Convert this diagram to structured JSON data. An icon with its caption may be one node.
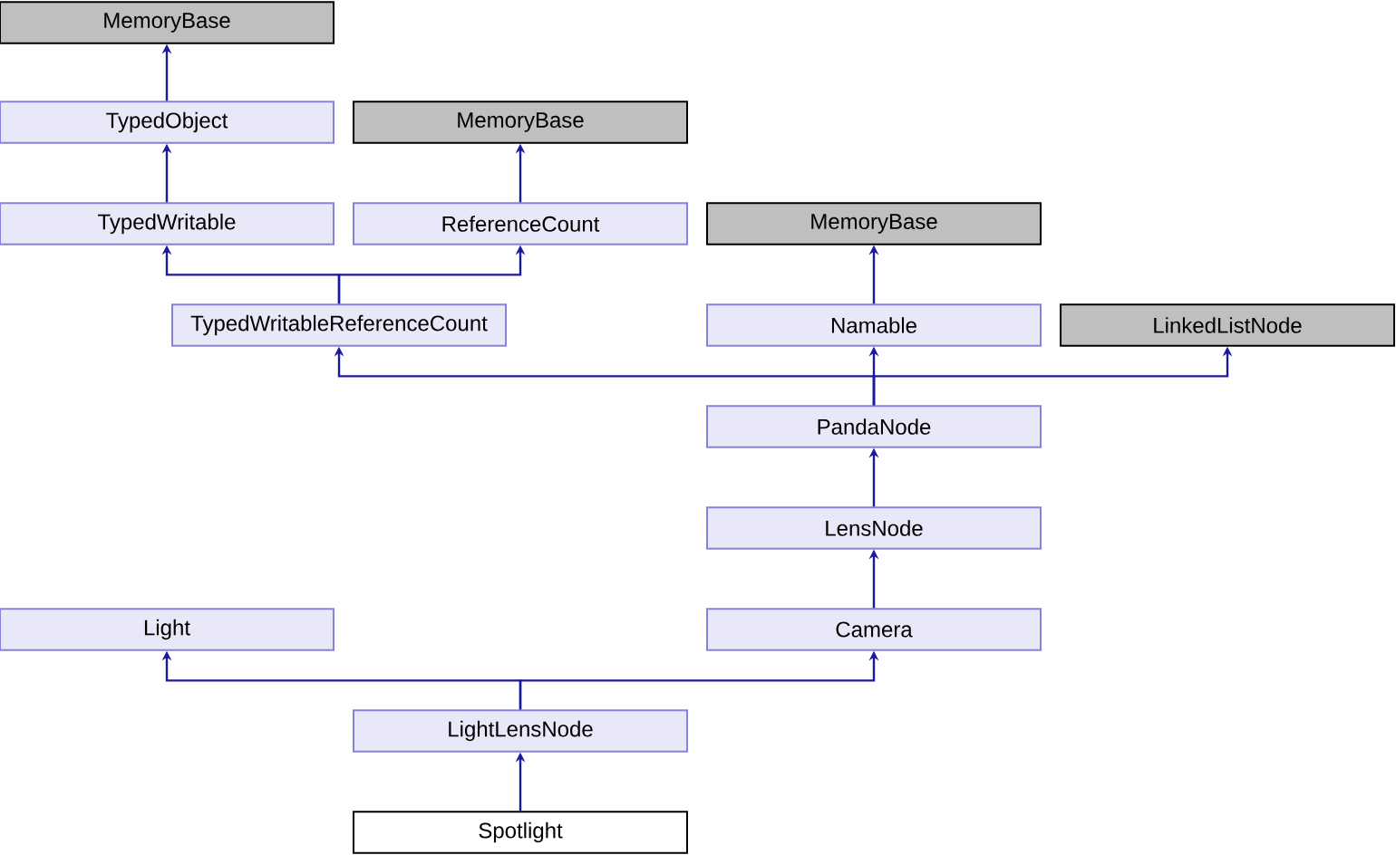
{
  "diagram": {
    "nodes": [
      {
        "text": [
          "MemoryBase"
        ]
      },
      {
        "text": [
          "TypedObject"
        ]
      },
      {
        "text": [
          "MemoryBase"
        ]
      },
      {
        "text": [
          "TypedWritable"
        ]
      },
      {
        "text": [
          "ReferenceCount"
        ]
      },
      {
        "text": [
          "MemoryBase"
        ]
      },
      {
        "text": [
          "TypedWritableReferenceCount"
        ]
      },
      {
        "text": [
          "Namable"
        ]
      },
      {
        "text": [
          "LinkedListNode"
        ]
      },
      {
        "text": [
          "PandaNode"
        ]
      },
      {
        "text": [
          "LensNode"
        ]
      },
      {
        "text": [
          "Light"
        ]
      },
      {
        "text": [
          "Camera"
        ]
      },
      {
        "text": [
          "LightLensNode"
        ]
      },
      {
        "text": [
          "Spotlight"
        ]
      }
    ],
    "edges": [
      {
        "from": 1,
        "to": 0,
        "arrow": "to"
      },
      {
        "from": 3,
        "to": 1,
        "arrow": "to"
      },
      {
        "from": 4,
        "to": 2,
        "arrow": "to"
      },
      {
        "from": 6,
        "to": 3,
        "arrow": "to"
      },
      {
        "from": 6,
        "to": 4,
        "arrow": "to"
      },
      {
        "from": 7,
        "to": 5,
        "arrow": "to"
      },
      {
        "from": 9,
        "to": 6,
        "arrow": "to"
      },
      {
        "from": 9,
        "to": 7,
        "arrow": "to"
      },
      {
        "from": 9,
        "to": 8,
        "arrow": "to"
      },
      {
        "from": 10,
        "to": 9,
        "arrow": "to"
      },
      {
        "from": 12,
        "to": 10,
        "arrow": "to"
      },
      {
        "from": 13,
        "to": 11,
        "arrow": "to"
      },
      {
        "from": 13,
        "to": 12,
        "arrow": "to"
      },
      {
        "from": 14,
        "to": 13,
        "arrow": "to"
      }
    ]
  }
}
